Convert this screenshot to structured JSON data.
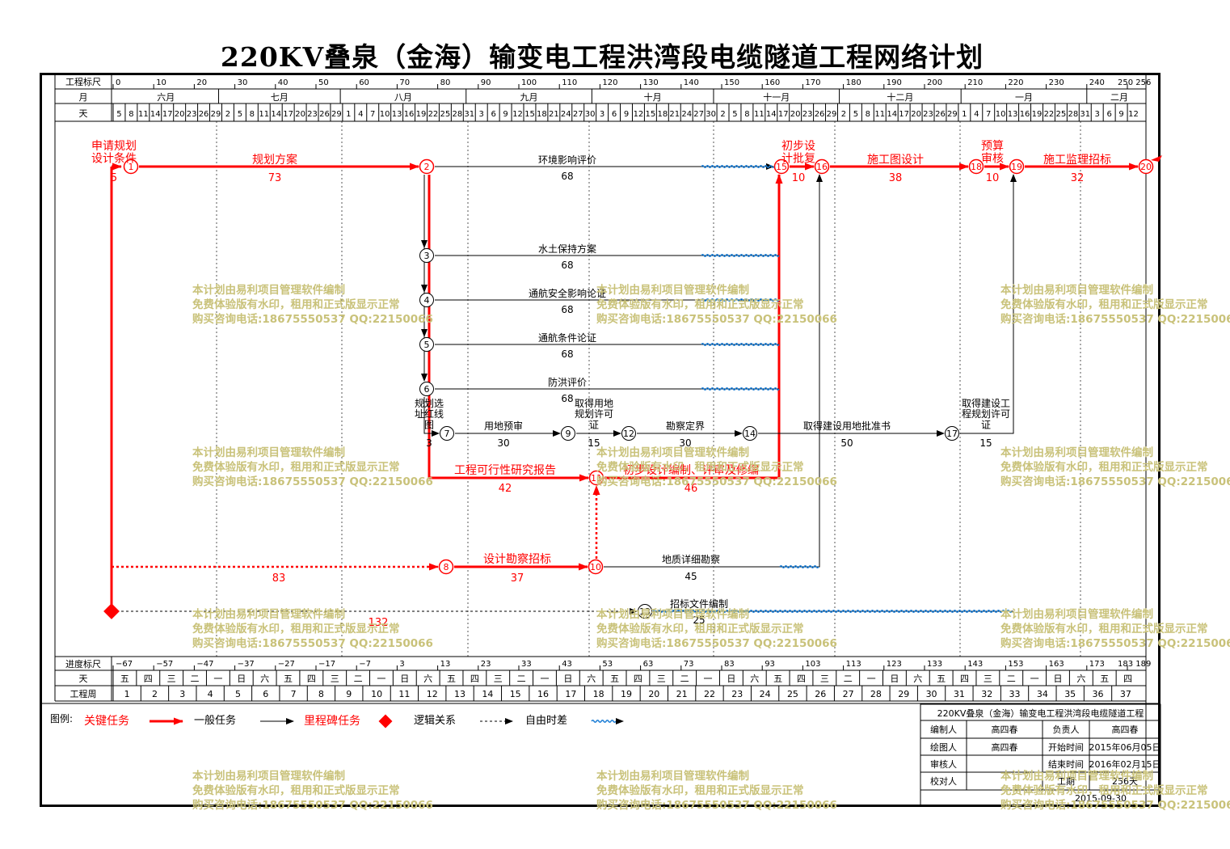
{
  "title": "220KV叠泉（金海）输变电工程洪湾段电缆隧道工程网络计划",
  "header": {
    "row_labels": {
      "ruler": "工程标尺",
      "month": "月",
      "day": "天"
    },
    "ruler_ticks": [
      "0",
      "10",
      "20",
      "30",
      "40",
      "50",
      "60",
      "70",
      "80",
      "90",
      "100",
      "110",
      "120",
      "130",
      "140",
      "150",
      "160",
      "170",
      "180",
      "190",
      "200",
      "210",
      "220",
      "230",
      "240",
      "250 256"
    ],
    "months": [
      "六月",
      "七月",
      "八月",
      "九月",
      "十月",
      "十一月",
      "十二月",
      "一月",
      "二月"
    ],
    "days": [
      "5",
      "8",
      "11",
      "14",
      "17",
      "20",
      "23",
      "26",
      "29",
      "2",
      "5",
      "8",
      "11",
      "14",
      "17",
      "20",
      "23",
      "26",
      "29",
      "1",
      "4",
      "7",
      "10",
      "13",
      "16",
      "19",
      "22",
      "25",
      "28",
      "31",
      "3",
      "6",
      "9",
      "12",
      "15",
      "18",
      "21",
      "24",
      "27",
      "30",
      "3",
      "6",
      "9",
      "12",
      "15",
      "18",
      "21",
      "24",
      "27",
      "30",
      "2",
      "5",
      "8",
      "11",
      "14",
      "17",
      "20",
      "23",
      "26",
      "29",
      "2",
      "5",
      "8",
      "11",
      "14",
      "17",
      "20",
      "23",
      "26",
      "29",
      "1",
      "4",
      "7",
      "10",
      "13",
      "16",
      "19",
      "22",
      "25",
      "28",
      "31",
      "3",
      "6",
      "9",
      "12"
    ]
  },
  "footer": {
    "row_labels": {
      "progress": "进度标尺",
      "day": "天",
      "week": "工程周"
    },
    "progress_ticks": [
      "−67",
      "−57",
      "−47",
      "−37",
      "−27",
      "−17",
      "−7",
      "3",
      "13",
      "23",
      "33",
      "43",
      "53",
      "63",
      "73",
      "83",
      "93",
      "103",
      "113",
      "123",
      "133",
      "143",
      "153",
      "163",
      "173",
      "183 189"
    ],
    "weekdays": [
      "五",
      "四",
      "三",
      "二",
      "一",
      "日",
      "六",
      "五",
      "四",
      "三",
      "二",
      "一",
      "日",
      "六",
      "五",
      "四",
      "三",
      "二",
      "一",
      "日",
      "六",
      "五",
      "四",
      "三",
      "二",
      "一",
      "日",
      "六",
      "五",
      "四",
      "三",
      "二",
      "一",
      "日",
      "六",
      "五",
      "四",
      "三",
      "二",
      "一",
      "日",
      "六",
      "五",
      "四"
    ],
    "weeks": [
      "1",
      "2",
      "3",
      "4",
      "5",
      "6",
      "7",
      "8",
      "9",
      "10",
      "11",
      "12",
      "13",
      "14",
      "15",
      "16",
      "17",
      "18",
      "19",
      "20",
      "21",
      "22",
      "23",
      "24",
      "25",
      "26",
      "27",
      "28",
      "29",
      "30",
      "31",
      "32",
      "33",
      "34",
      "35",
      "36",
      "37"
    ]
  },
  "legend": {
    "label": "图例:",
    "critical": "关键任务",
    "general": "一般任务",
    "milestone": "里程碑任务",
    "logic": "逻辑关系",
    "free_float": "自由时差"
  },
  "info_table": {
    "project": "220KV叠泉（金海）输变电工程洪湾段电缆隧道工程",
    "rows": [
      [
        "编制人",
        "高四春",
        "负责人",
        "高四春"
      ],
      [
        "绘图人",
        "高四春",
        "开始时间",
        "2015年06月05日"
      ],
      [
        "审核人",
        "",
        "结束时间",
        "2016年02月15日"
      ],
      [
        "校对人",
        "",
        "工期",
        "256天"
      ]
    ],
    "date": "2015-09-30"
  },
  "watermark": [
    "本计划由易利项目管理软件编制",
    "免费体验版有水印，租用和正式版显示正常",
    "购买咨询电话:18675550537 QQ:22150066"
  ],
  "tasks": {
    "t0_1": {
      "name": "申请规划设计条件",
      "dur": "5"
    },
    "t1_2": {
      "name": "规划方案",
      "dur": "73"
    },
    "t2_15": {
      "name": "环境影响评价",
      "dur": "68"
    },
    "t3": {
      "name": "水土保持方案",
      "dur": "68"
    },
    "t4": {
      "name": "通航安全影响论证",
      "dur": "68"
    },
    "t5": {
      "name": "通航条件论证",
      "dur": "68"
    },
    "t6": {
      "name": "防洪评价",
      "dur": "68"
    },
    "t2_7": {
      "name": "规划选址红线图",
      "dur": "3"
    },
    "t7_9": {
      "name": "用地预审",
      "dur": "30"
    },
    "t9_12": {
      "name": "取得用地规划许可证",
      "dur": "15"
    },
    "t12_14": {
      "name": "勘察定界",
      "dur": "30"
    },
    "t14_17": {
      "name": "取得建设用地批准书",
      "dur": "50"
    },
    "t17_19": {
      "name": "取得建设工程规划许可证",
      "dur": "15"
    },
    "t2_11": {
      "name": "工程可行性研究报告",
      "dur": "42"
    },
    "t11_15": {
      "name": "初步设计编制、评审及修编",
      "dur": "46"
    },
    "t15_16": {
      "name": "初步设计批复",
      "dur": "10"
    },
    "t16_18": {
      "name": "施工图设计",
      "dur": "38"
    },
    "t18_19": {
      "name": "预算审核",
      "dur": "10"
    },
    "t19_20": {
      "name": "施工监理招标",
      "dur": "32"
    },
    "t0_8": {
      "dur": "83"
    },
    "t8_10": {
      "name": "设计勘察招标",
      "dur": "37"
    },
    "t10_16": {
      "name": "地质详细勘察",
      "dur": "45"
    },
    "t0_13": {
      "dur": "132"
    },
    "t13_19": {
      "name": "招标文件编制",
      "dur": "25"
    }
  },
  "nodes": [
    "1",
    "2",
    "3",
    "4",
    "5",
    "6",
    "7",
    "8",
    "9",
    "10",
    "11",
    "12",
    "13",
    "14",
    "15",
    "16",
    "17",
    "18",
    "19",
    "20"
  ],
  "colors": {
    "critical": "#ff0000",
    "general": "#000000",
    "float": "#1e7fd6",
    "watermark": "#c9c27a"
  }
}
